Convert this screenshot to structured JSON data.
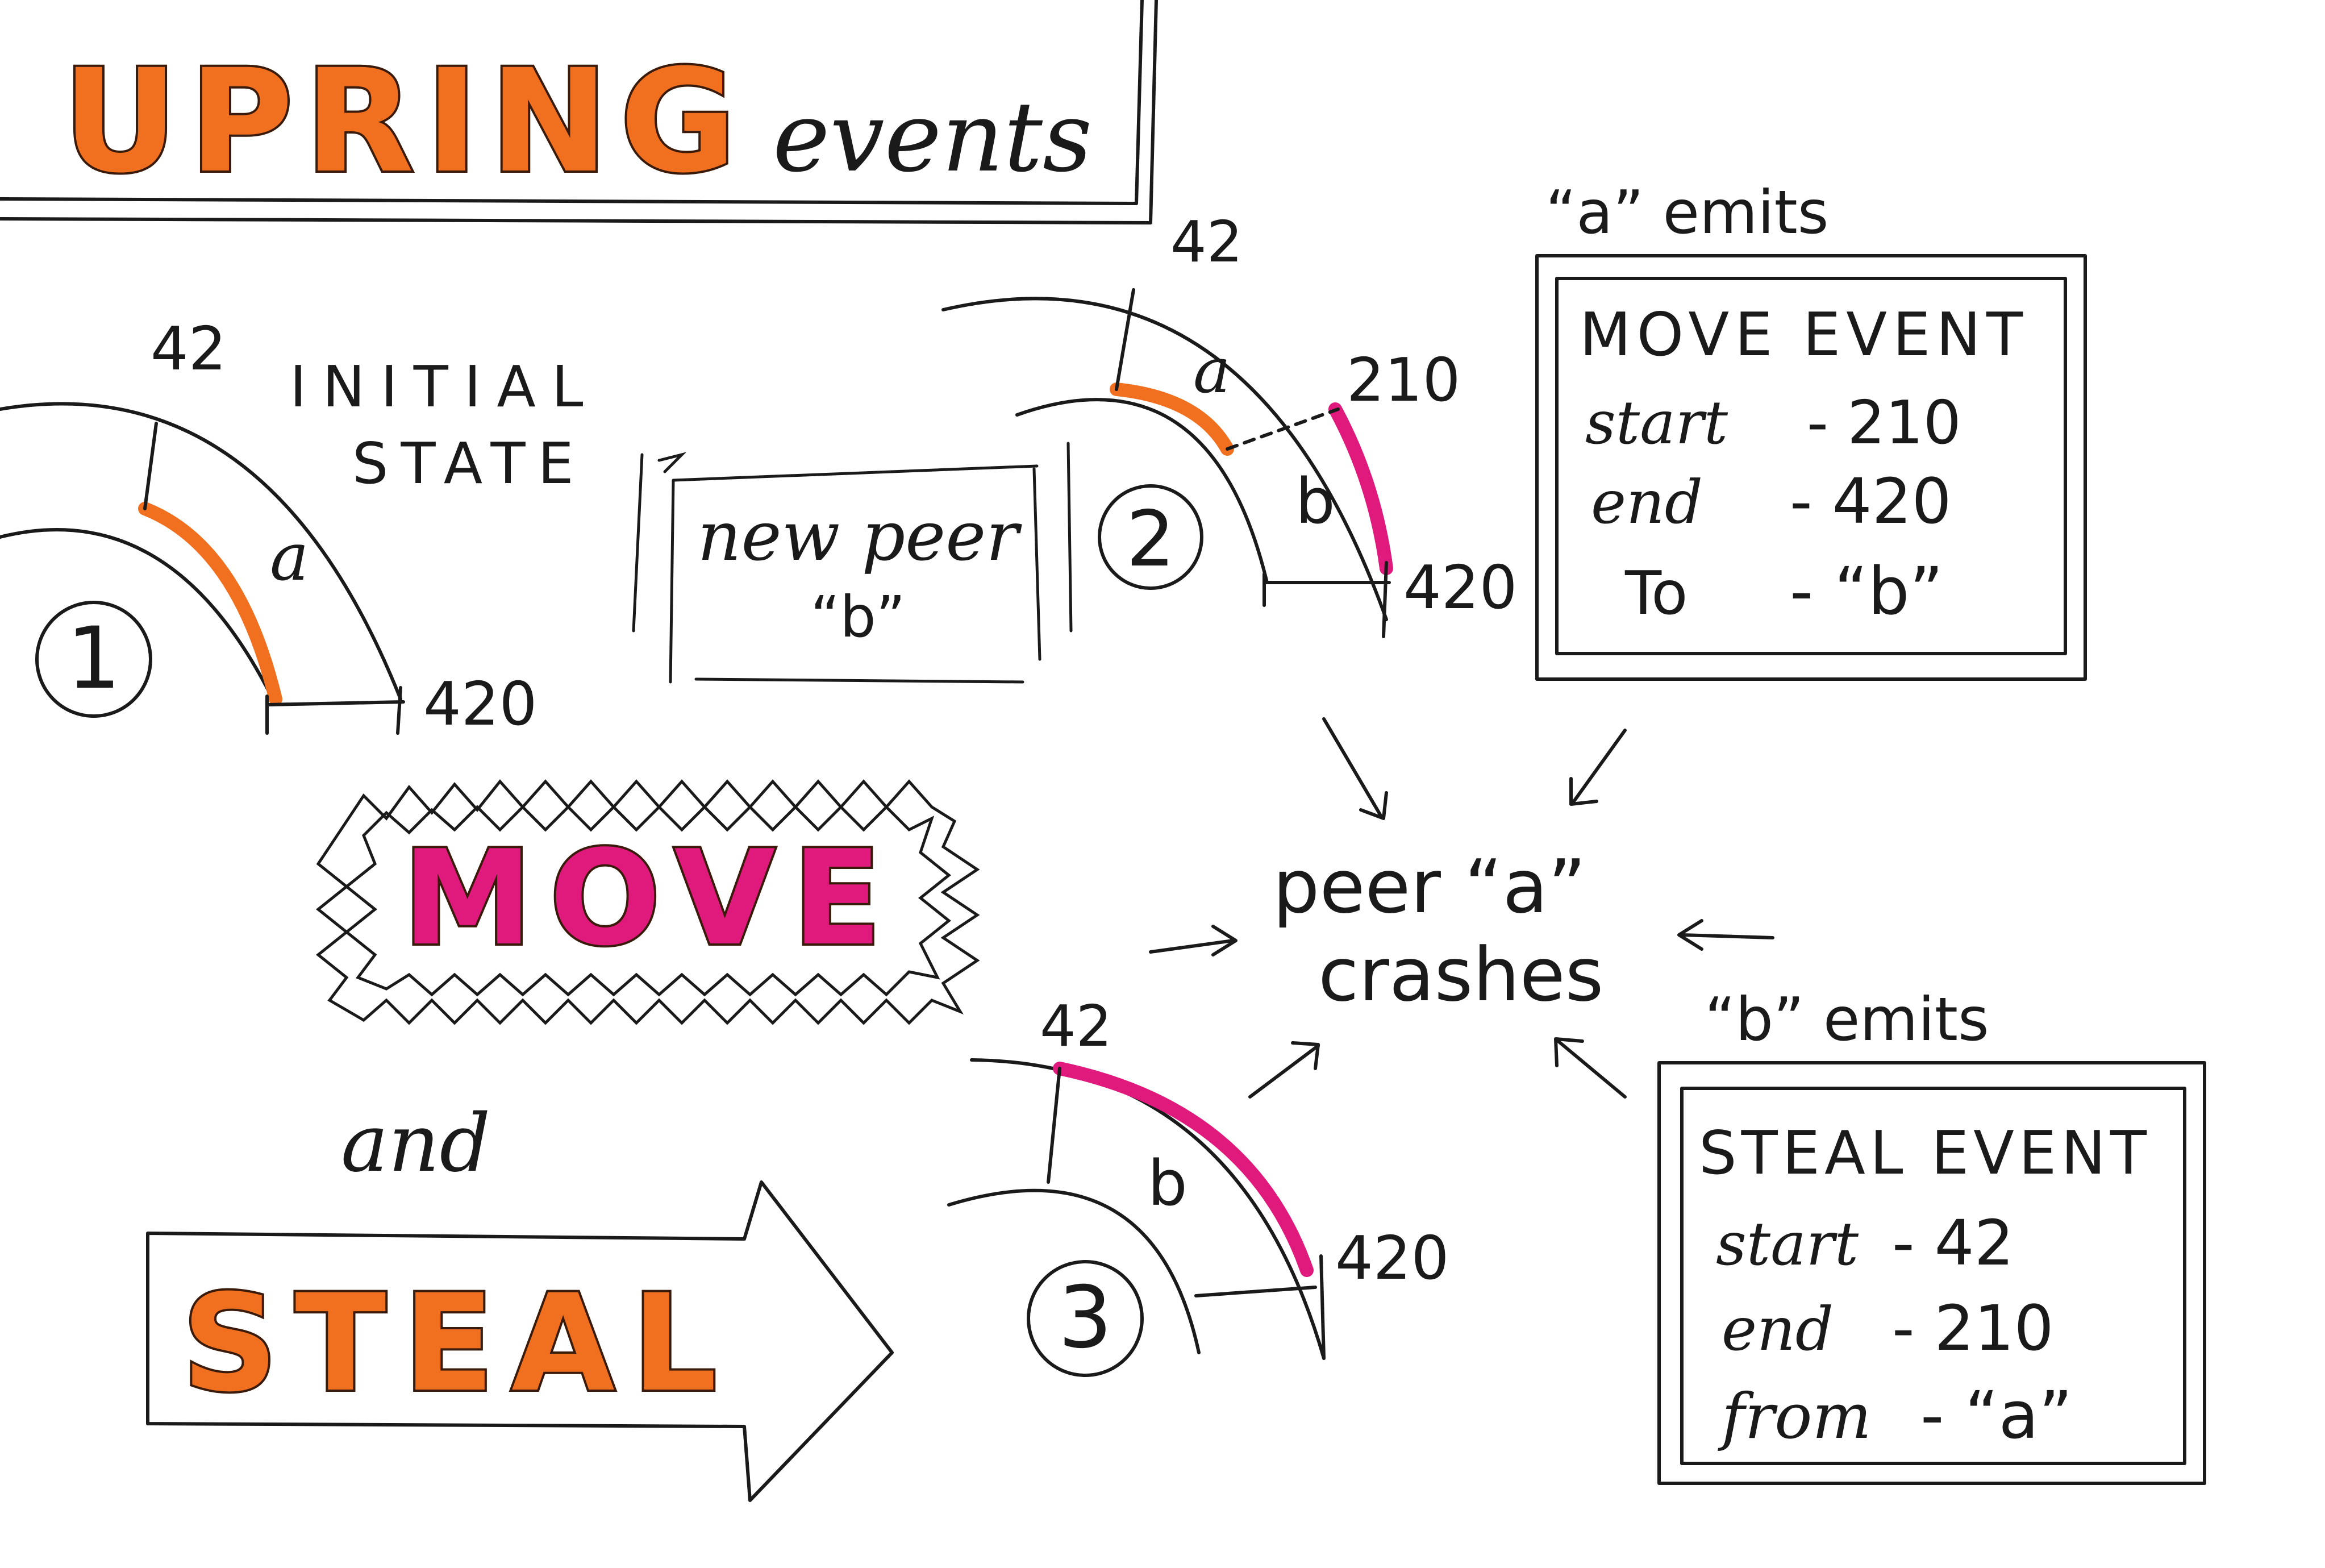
{
  "title": {
    "word": "UPRING",
    "suffix": "events"
  },
  "colors": {
    "orange": "#f07020",
    "orange_dark": "#d84a12",
    "magenta": "#e0197c",
    "ink": "#1a1a1a"
  },
  "state1": {
    "number": "1",
    "heading_line1": "INITIAL",
    "heading_line2": "STATE",
    "label_start": "42",
    "label_end": "420",
    "segment": "a"
  },
  "new_peer": {
    "line1": "new peer",
    "line2": "“b”"
  },
  "state2": {
    "number": "2",
    "label_start": "42",
    "label_mid": "210",
    "label_end": "420",
    "segment_a": "a",
    "segment_b": "b"
  },
  "move_event": {
    "caption": "“a” emits",
    "title": "MOVE EVENT",
    "rows": [
      {
        "key": "start",
        "value": "- 210"
      },
      {
        "key": "end",
        "value": "- 420"
      },
      {
        "key": "To",
        "value": "- “b”"
      }
    ]
  },
  "crash": {
    "line1": "peer “a”",
    "line2": "crashes"
  },
  "move_word": "MOVE",
  "and_word": "and",
  "steal_word": "STEAL",
  "state3": {
    "number": "3",
    "label_start": "42",
    "label_end": "420",
    "segment": "b"
  },
  "steal_event": {
    "caption": "“b” emits",
    "title": "STEAL EVENT",
    "rows": [
      {
        "key": "start",
        "value": "- 42"
      },
      {
        "key": "end",
        "value": "- 210"
      },
      {
        "key": "from",
        "value": "- “a”"
      }
    ]
  }
}
